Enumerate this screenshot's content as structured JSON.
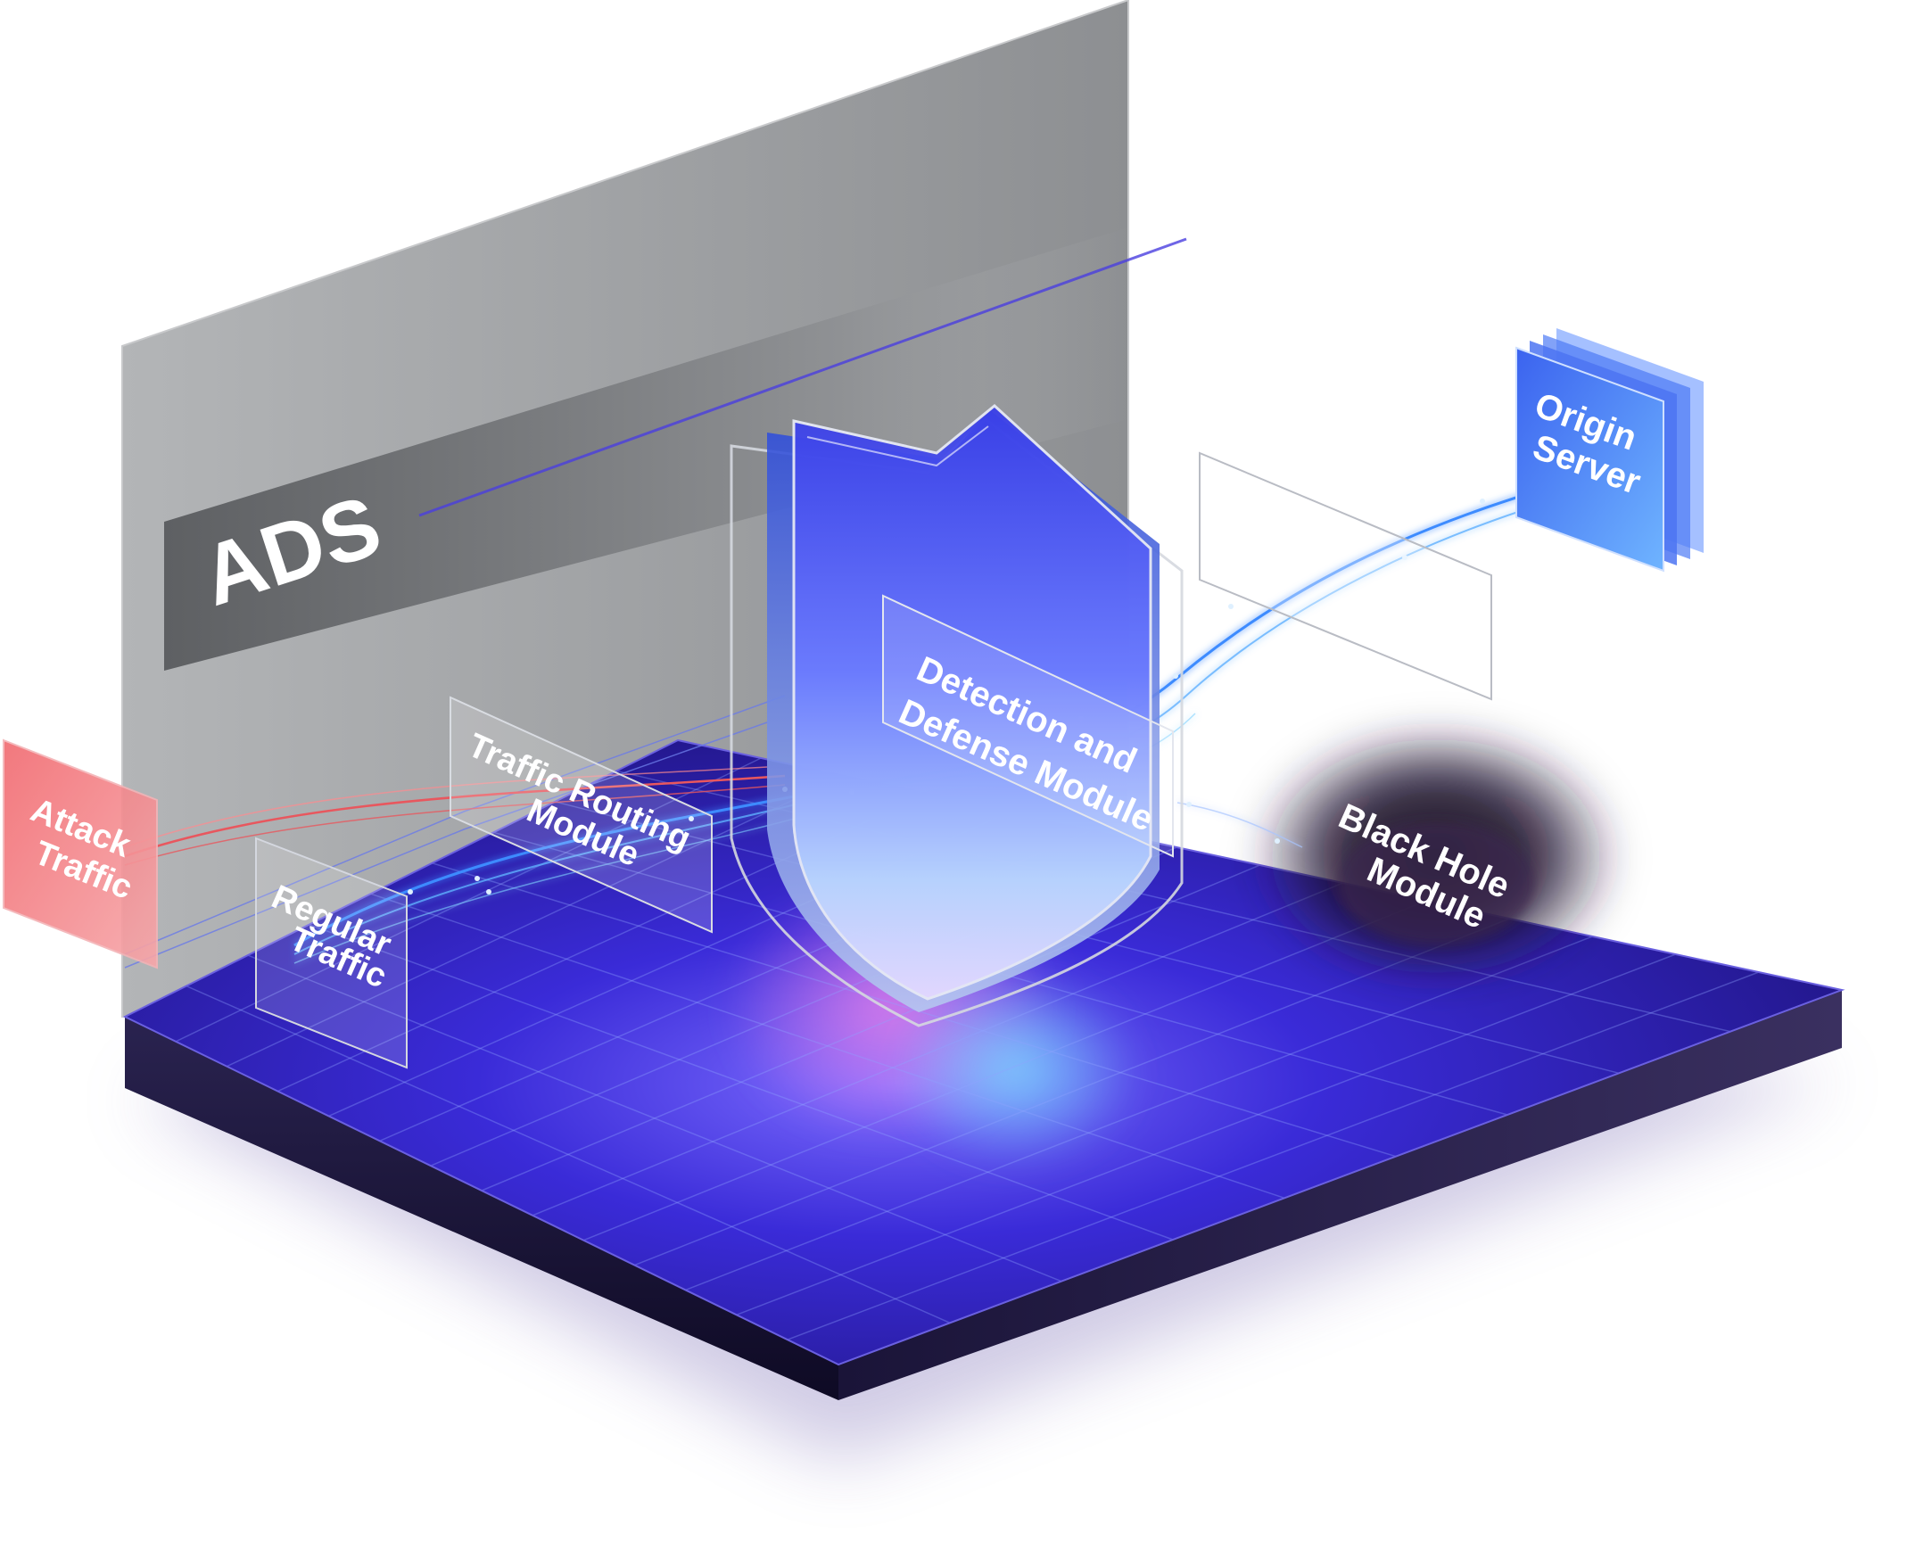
{
  "title": "ADS",
  "nodes": {
    "attack_traffic": [
      "Attack",
      "Traffic"
    ],
    "regular_traffic": [
      "Regular",
      "Traffic"
    ],
    "traffic_routing": [
      "Traffic Routing",
      "Module"
    ],
    "detection_defense": [
      "Detection and",
      "Defense Module"
    ],
    "black_hole": [
      "Black Hole",
      "Module"
    ],
    "origin_server": [
      "Origin",
      "Server"
    ]
  },
  "colors": {
    "attack": "#e8575e",
    "flow": "#3d8bff",
    "platform_top": "#2a1fb8",
    "platform_side": "#140d3a",
    "wall": "#a6a8aa"
  },
  "icons": [
    "shield-icon",
    "black-hole-icon",
    "server-stack-icon"
  ]
}
